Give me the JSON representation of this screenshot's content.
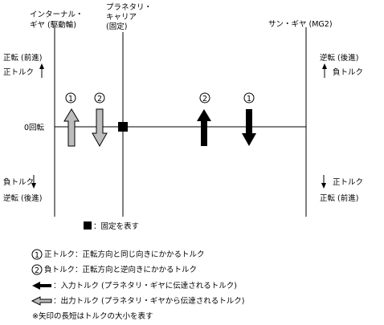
{
  "columns": {
    "internal_gear": {
      "line1": "インターナル・",
      "line2": "ギヤ (駆動輪)"
    },
    "planetary_carrier": {
      "line1": "プラネタリ・",
      "line2": "キャリア",
      "line3": "(固定)"
    },
    "sun_gear": {
      "label": "サン・ギヤ (MG2)"
    }
  },
  "left_axis": {
    "forward_rotation": "正転 (前進)",
    "positive_torque": "正トルク",
    "zero_rotation": "0回転",
    "negative_torque": "負トルク",
    "reverse_rotation": "逆転 (後進)"
  },
  "right_axis": {
    "reverse_rotation": "逆転 (後進)",
    "negative_torque": "負トルク",
    "positive_torque": "正トルク",
    "forward_rotation": "正転 (前進)"
  },
  "arrow_markers": {
    "internal_positive": "1",
    "internal_negative": "2",
    "sun_negative": "2",
    "sun_positive": "1"
  },
  "legend": {
    "fixed": "：固定を表す",
    "positive_torque_number": "1",
    "positive_torque": "正トルク：正転方向と同じ向きにかかるトルク",
    "negative_torque_number": "2",
    "negative_torque": "負トルク：正転方向と逆向きにかかるトルク",
    "input_torque": "：入力トルク (プラネタリ・ギヤに伝達されるトルク)",
    "output_torque": "：出力トルク (プラネタリ・ギヤから伝達されるトルク)",
    "note": "※矢印の長短はトルクの大小を表す"
  },
  "colors": {
    "input_arrow": "#000000",
    "output_arrow": "#bdbdbd",
    "line": "#000000"
  }
}
